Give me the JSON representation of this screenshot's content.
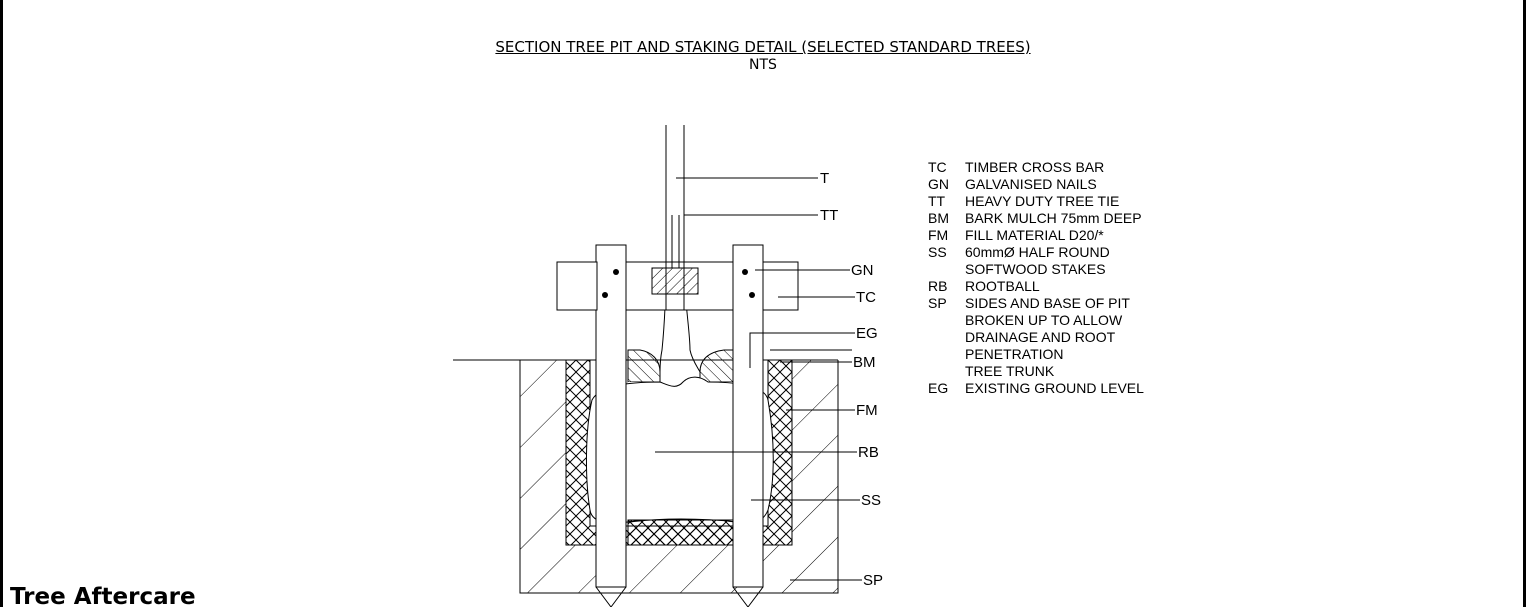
{
  "drawing": {
    "title": "SECTION TREE PIT AND STAKING DETAIL (SELECTED STANDARD TREES)",
    "scale": "NTS",
    "footer_title": "Tree Aftercare"
  },
  "callouts": {
    "T": "T",
    "TT": "TT",
    "GN": "GN",
    "TC": "TC",
    "EG": "EG",
    "BM": "BM",
    "FM": "FM",
    "RB": "RB",
    "SS": "SS",
    "SP": "SP"
  },
  "legend": [
    {
      "code": "TC",
      "text": "TIMBER CROSS BAR"
    },
    {
      "code": "GN",
      "text": "GALVANISED NAILS"
    },
    {
      "code": "TT",
      "text": "HEAVY DUTY TREE TIE"
    },
    {
      "code": "BM",
      "text": "BARK MULCH 75mm DEEP"
    },
    {
      "code": "FM",
      "text": "FILL MATERIAL D20/*"
    },
    {
      "code": "SS",
      "text": "60mmØ HALF ROUND"
    },
    {
      "code": "",
      "text": "SOFTWOOD STAKES"
    },
    {
      "code": "RB",
      "text": "ROOTBALL"
    },
    {
      "code": "SP",
      "text": "SIDES AND BASE OF PIT"
    },
    {
      "code": "",
      "text": "BROKEN UP TO ALLOW"
    },
    {
      "code": "",
      "text": "DRAINAGE AND ROOT"
    },
    {
      "code": "",
      "text": "PENETRATION"
    },
    {
      "code": "",
      "text": "TREE TRUNK"
    },
    {
      "code": "EG",
      "text": "EXISTING GROUND LEVEL"
    }
  ]
}
